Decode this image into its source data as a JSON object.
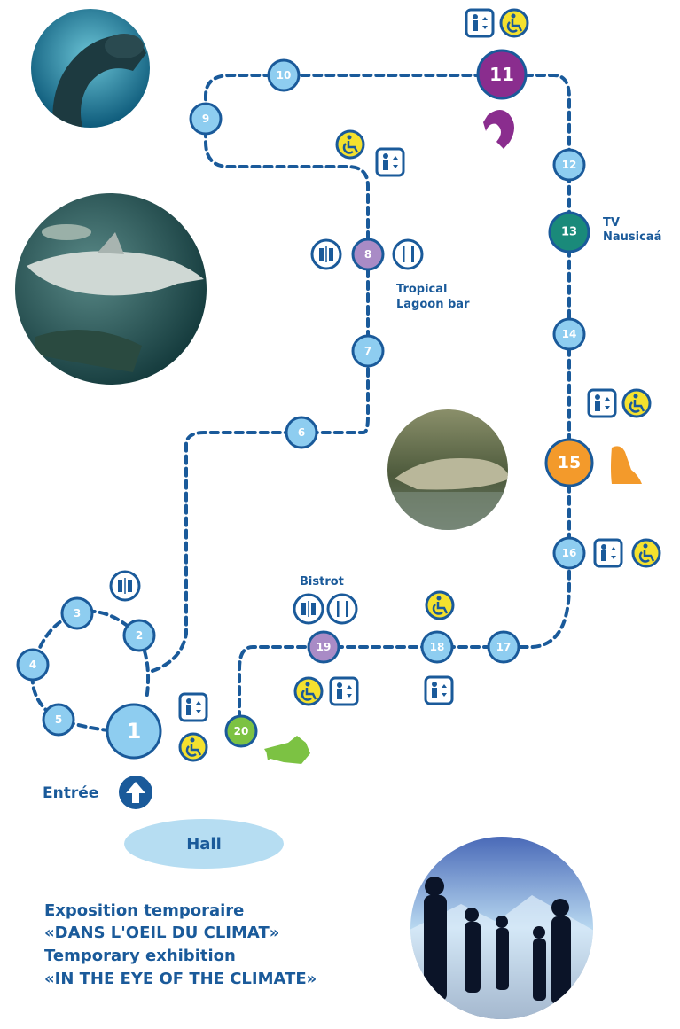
{
  "colors": {
    "route": "#1a5a9a",
    "stop_fill": "#8ecdf0",
    "stop_border": "#1a5a9a",
    "hall_fill": "#b6ddf2",
    "icon_yellow": "#f4e12e",
    "icon_blue": "#1a5a9a",
    "purple": "#8a2d8e",
    "orange": "#f39a2b",
    "teal": "#1a8a7a",
    "green": "#7cc243"
  },
  "stops": [
    {
      "n": "1"
    },
    {
      "n": "2"
    },
    {
      "n": "3"
    },
    {
      "n": "4"
    },
    {
      "n": "5"
    },
    {
      "n": "6"
    },
    {
      "n": "7"
    },
    {
      "n": "8"
    },
    {
      "n": "9"
    },
    {
      "n": "10"
    },
    {
      "n": "11"
    },
    {
      "n": "12"
    },
    {
      "n": "13"
    },
    {
      "n": "14"
    },
    {
      "n": "15"
    },
    {
      "n": "16"
    },
    {
      "n": "17"
    },
    {
      "n": "18"
    },
    {
      "n": "19"
    },
    {
      "n": "20"
    }
  ],
  "labels": {
    "tv_line1": "TV",
    "tv_line2": "Nausicaá",
    "bar_line1": "Tropical",
    "bar_line2": "Lagoon bar",
    "bistrot": "Bistrot",
    "entree": "Entrée",
    "hall": "Hall"
  },
  "exhibition": {
    "line1": "Exposition temporaire",
    "line2": "«DANS L'OEIL DU CLIMAT»",
    "line3": "Temporary exhibition",
    "line4": "«IN THE EYE OF THE CLIMATE»"
  },
  "icons": {
    "elevator": "elevator-icon",
    "wheelchair": "wheelchair-icon",
    "restroom": "restroom-icon",
    "restaurant": "restaurant-icon",
    "entrance_arrow": "up-arrow-icon",
    "dolphin": "dolphin-icon",
    "sea_lion": "sea-lion-icon",
    "crocodile": "crocodile-icon"
  },
  "photos": [
    "seal-photo",
    "shark-photo",
    "crocodile-photo",
    "climate-exhibition-photo"
  ]
}
